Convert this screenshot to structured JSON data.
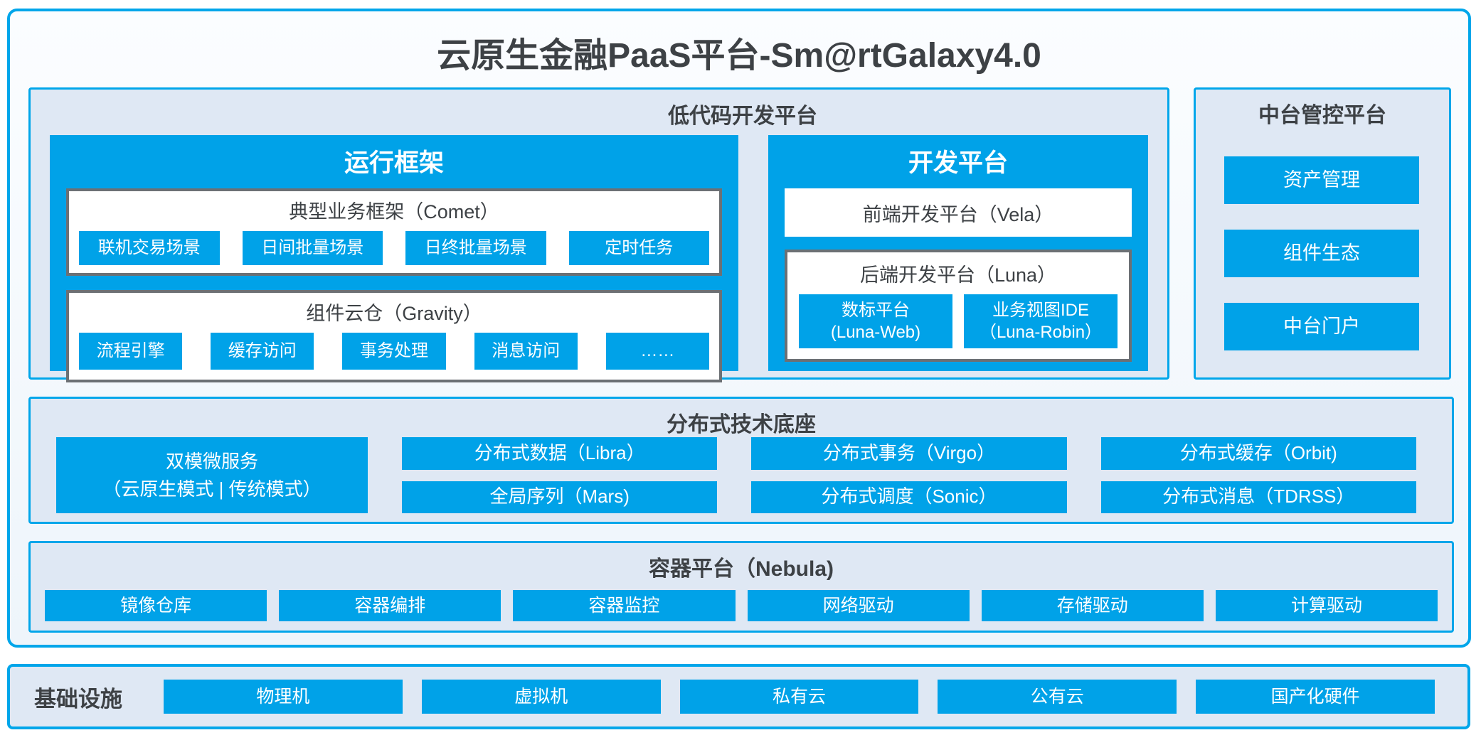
{
  "page_title": "云原生金融PaaS平台-Sm@rtGalaxy4.0",
  "colors": {
    "accent": "#00a6ea",
    "blue": "#00a2e8",
    "panel_fill": "#dfe8f4",
    "box_border": "#6c7074",
    "text_dark": "#3d4145"
  },
  "low_code": {
    "title": "低代码开发平台",
    "runtime": {
      "title": "运行框架",
      "comet": {
        "title": "典型业务框架（Comet）",
        "items": [
          "联机交易场景",
          "日间批量场景",
          "日终批量场景",
          "定时任务"
        ]
      },
      "gravity": {
        "title": "组件云仓（Gravity）",
        "items": [
          "流程引擎",
          "缓存访问",
          "事务处理",
          "消息访问",
          "……"
        ]
      }
    },
    "dev": {
      "title": "开发平台",
      "vela": "前端开发平台（Vela）",
      "luna": {
        "title": "后端开发平台（Luna）",
        "items": [
          [
            "数标平台",
            "(Luna-Web)"
          ],
          [
            "业务视图IDE",
            "（Luna-Robin）"
          ]
        ]
      }
    }
  },
  "mid_platform": {
    "title": "中台管控平台",
    "items": [
      "资产管理",
      "组件生态",
      "中台门户"
    ]
  },
  "distributed": {
    "title": "分布式技术底座",
    "dual_mode": [
      "双模微服务",
      "（云原生模式 | 传统模式）"
    ],
    "items": [
      "分布式数据（Libra）",
      "分布式事务（Virgo）",
      "分布式缓存（Orbit)",
      "全局序列（Mars)",
      "分布式调度（Sonic）",
      "分布式消息（TDRSS）"
    ]
  },
  "container_platform": {
    "title": "容器平台（Nebula)",
    "items": [
      "镜像仓库",
      "容器编排",
      "容器监控",
      "网络驱动",
      "存储驱动",
      "计算驱动"
    ]
  },
  "infrastructure": {
    "title": "基础设施",
    "items": [
      "物理机",
      "虚拟机",
      "私有云",
      "公有云",
      "国产化硬件"
    ]
  }
}
